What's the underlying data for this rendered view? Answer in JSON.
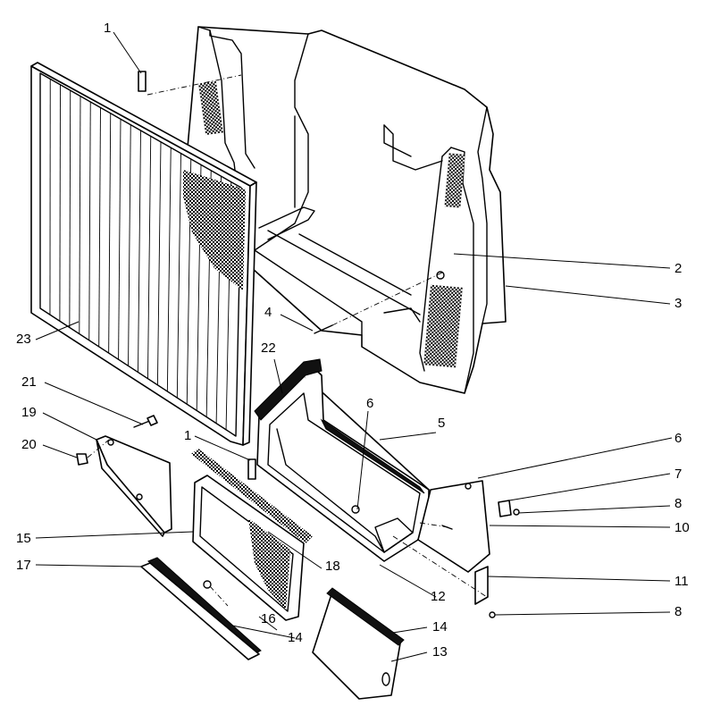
{
  "figure": {
    "callouts": [
      "1",
      "2",
      "3",
      "4",
      "5",
      "6",
      "6",
      "7",
      "8",
      "10",
      "11",
      "8",
      "12",
      "13",
      "14",
      "14",
      "16",
      "17",
      "15",
      "18",
      "20",
      "19",
      "21",
      "1",
      "22",
      "23"
    ]
  },
  "colors": {
    "line": "#000000",
    "background": "#ffffff"
  },
  "parts": [
    "ear-bracket",
    "side-screen",
    "shroud",
    "pin",
    "air-intake-box",
    "bolt",
    "bolt",
    "clip",
    "nut",
    "side-panel",
    "bracket",
    "nut",
    "screen",
    "cover",
    "seal",
    "seal",
    "bolt",
    "seal-strip",
    "intake-screen",
    "seal-foam",
    "nut",
    "cover-plate",
    "bolt",
    "ear-bracket",
    "seal",
    "radiator-screen"
  ]
}
